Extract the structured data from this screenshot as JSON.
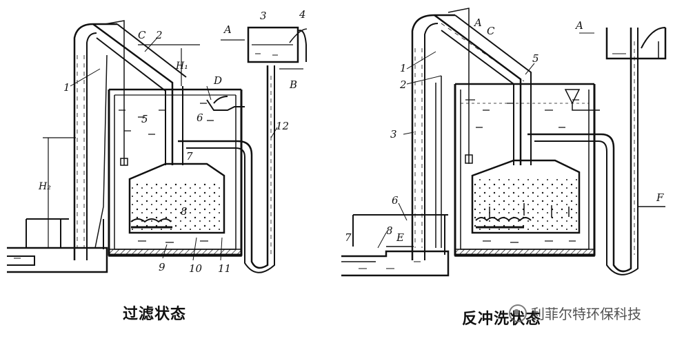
{
  "captions": {
    "left": "过滤状态",
    "right": "反冲洗状态"
  },
  "watermark": "利菲尔特环保科技",
  "left_labels": {
    "n1": "1",
    "n2": "2",
    "n3": "3",
    "n4": "4",
    "n5": "5",
    "n6": "6",
    "n7": "7",
    "n8": "8",
    "n9": "9",
    "n10": "10",
    "n11": "11",
    "n12": "12",
    "A": "A",
    "B": "B",
    "C": "C",
    "D": "D",
    "H1": "H₁",
    "H2": "H₂"
  },
  "right_labels": {
    "n1": "1",
    "n2": "2",
    "n3": "3",
    "n5": "5",
    "n6": "6",
    "n7": "7",
    "n8": "8",
    "A_top": "A",
    "A_right": "A",
    "C": "C",
    "E": "E",
    "F": "F"
  }
}
